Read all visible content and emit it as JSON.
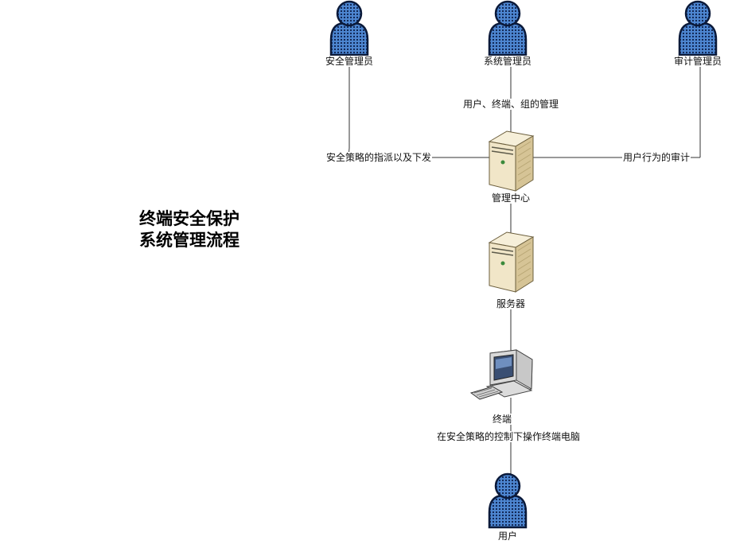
{
  "title": {
    "line1": "终端安全保护",
    "line2": "系统管理流程"
  },
  "nodes": {
    "security_admin": "安全管理员",
    "system_admin": "系统管理员",
    "audit_admin": "审计管理员",
    "management_center": "管理中心",
    "server": "服务器",
    "terminal": "终端",
    "user": "用户"
  },
  "edges": {
    "user_terminal_group": "用户、终端、组的管理",
    "policy_assign": "安全策略的指派以及下发",
    "user_behavior_audit": "用户行为的审计",
    "operate_terminal": "在安全策略的控制下操作终端电脑"
  },
  "colors": {
    "person_fill": "#4d86d1",
    "person_outline": "#0b1a3a",
    "server_front": "#f1e6c8",
    "server_side": "#d6c496",
    "line": "#333333"
  }
}
